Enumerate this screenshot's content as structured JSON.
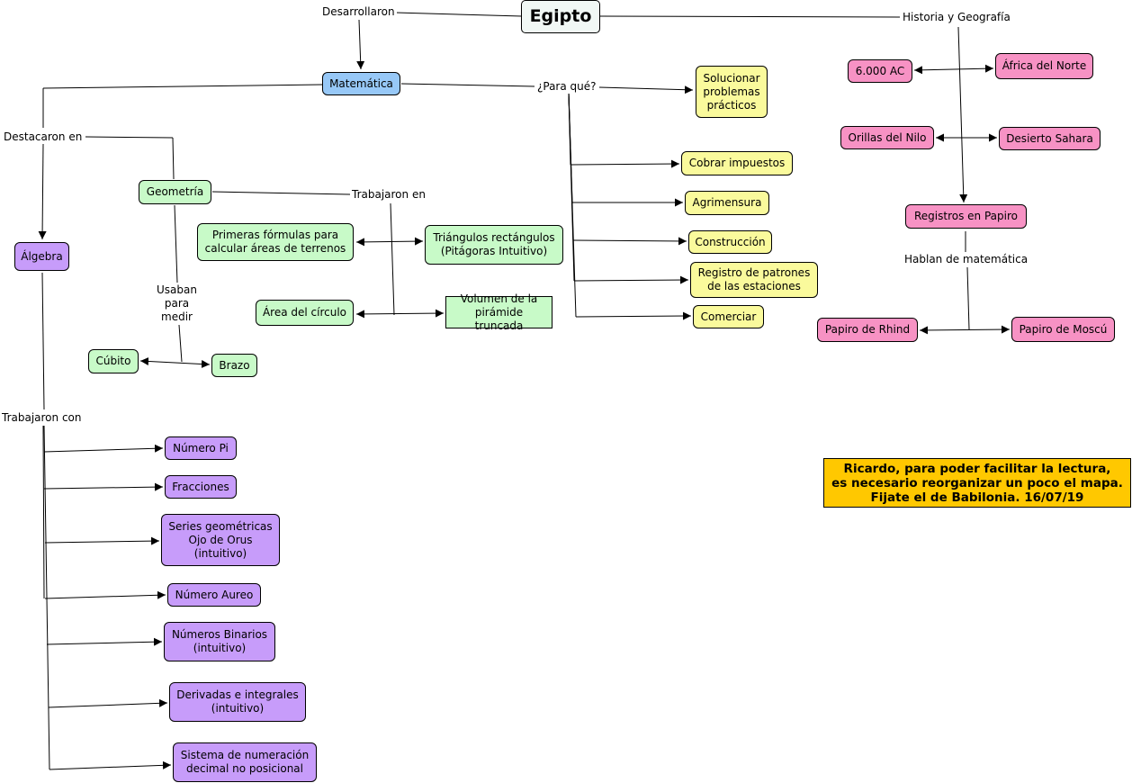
{
  "concepts": {
    "egipto": "Egipto",
    "matematica": "Matemática",
    "algebra": "Álgebra",
    "geometria": "Geometría",
    "formulas_areas": "Primeras fórmulas para\ncalcular áreas de terrenos",
    "triangulos": "Triángulos rectángulos\n(Pitágoras Intuitivo)",
    "area_circulo": "Área del círculo",
    "piramide": "Volumen de la\npirámide truncada",
    "cubito": "Cúbito",
    "brazo": "Brazo",
    "numero_pi": "Número Pi",
    "fracciones": "Fracciones",
    "series": "Series geométricas\nOjo de Orus\n(intuitivo)",
    "aureo": "Número Aureo",
    "binarios": "Números Binarios\n(intuitivo)",
    "derivadas": "Derivadas e integrales\n(intuitivo)",
    "sistema": "Sistema de numeración\ndecimal no posicional",
    "solucionar": "Solucionar\nproblemas\nprácticos",
    "impuestos": "Cobrar impuestos",
    "agrimensura": "Agrimensura",
    "construccion": "Construcción",
    "registro_patrones": "Registro de patrones\nde las estaciones",
    "comerciar": "Comerciar",
    "ac6000": "6.000 AC",
    "africa": "África del Norte",
    "nilo": "Orillas del Nilo",
    "sahara": "Desierto Sahara",
    "registros_papiro": "Registros en Papiro",
    "rhind": "Papiro de Rhind",
    "moscu": "Papiro de Moscú"
  },
  "links": {
    "desarrollaron": "Desarrollaron",
    "historia": "Historia y Geografía",
    "para_que": "¿Para qué?",
    "destacaron": "Destacaron en",
    "trabajaron_en": "Trabajaron en",
    "usaban": "Usaban\npara\nmedir",
    "trabajaron_con": "Trabajaron con",
    "hablan": "Hablan de matemática"
  },
  "note": "Ricardo, para poder facilitar la lectura,\nes necesario reorganizar un poco el mapa.\nFijate el de Babilonia.  16/07/19",
  "colors": {
    "root": "#f1f8f5",
    "matematica": "#97c8f7",
    "geometria": "#c8fac8",
    "algebra": "#c79cfa",
    "aplicaciones": "#fafa9c",
    "historia": "#f792c4",
    "note": "#ffc800"
  }
}
